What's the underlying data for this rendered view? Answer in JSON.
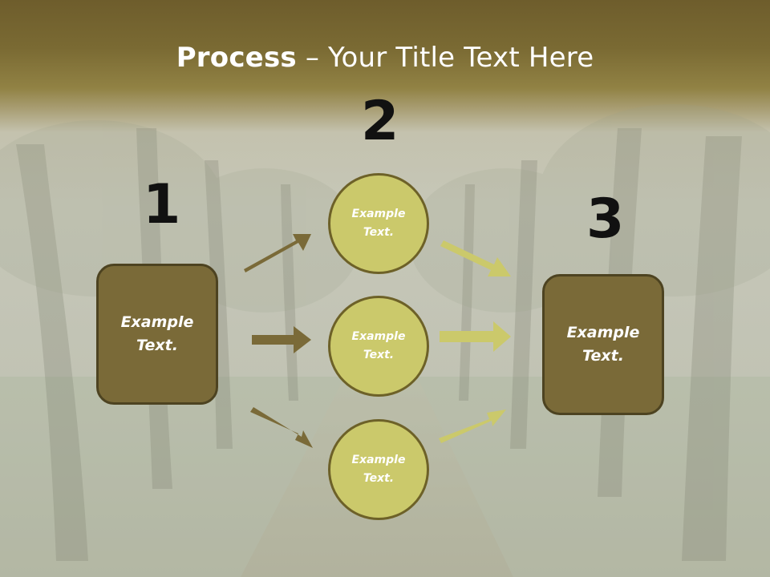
{
  "slide": {
    "title_bold": "Process",
    "title_rest": " – Your Title Text Here"
  },
  "steps": {
    "one": "1",
    "two": "2",
    "three": "3"
  },
  "left_box": {
    "label": "Example\nText."
  },
  "circles": [
    {
      "label": "Example\nText."
    },
    {
      "label": "Example\nText."
    },
    {
      "label": "Example\nText."
    }
  ],
  "right_box": {
    "label": "Example\nText."
  },
  "colors": {
    "header_band": "#7a6a33",
    "box_fill": "#7a6a38",
    "circle_fill": "#cbc96b",
    "dark_arrow": "#7a6a38",
    "light_arrow": "#cbc96b"
  }
}
